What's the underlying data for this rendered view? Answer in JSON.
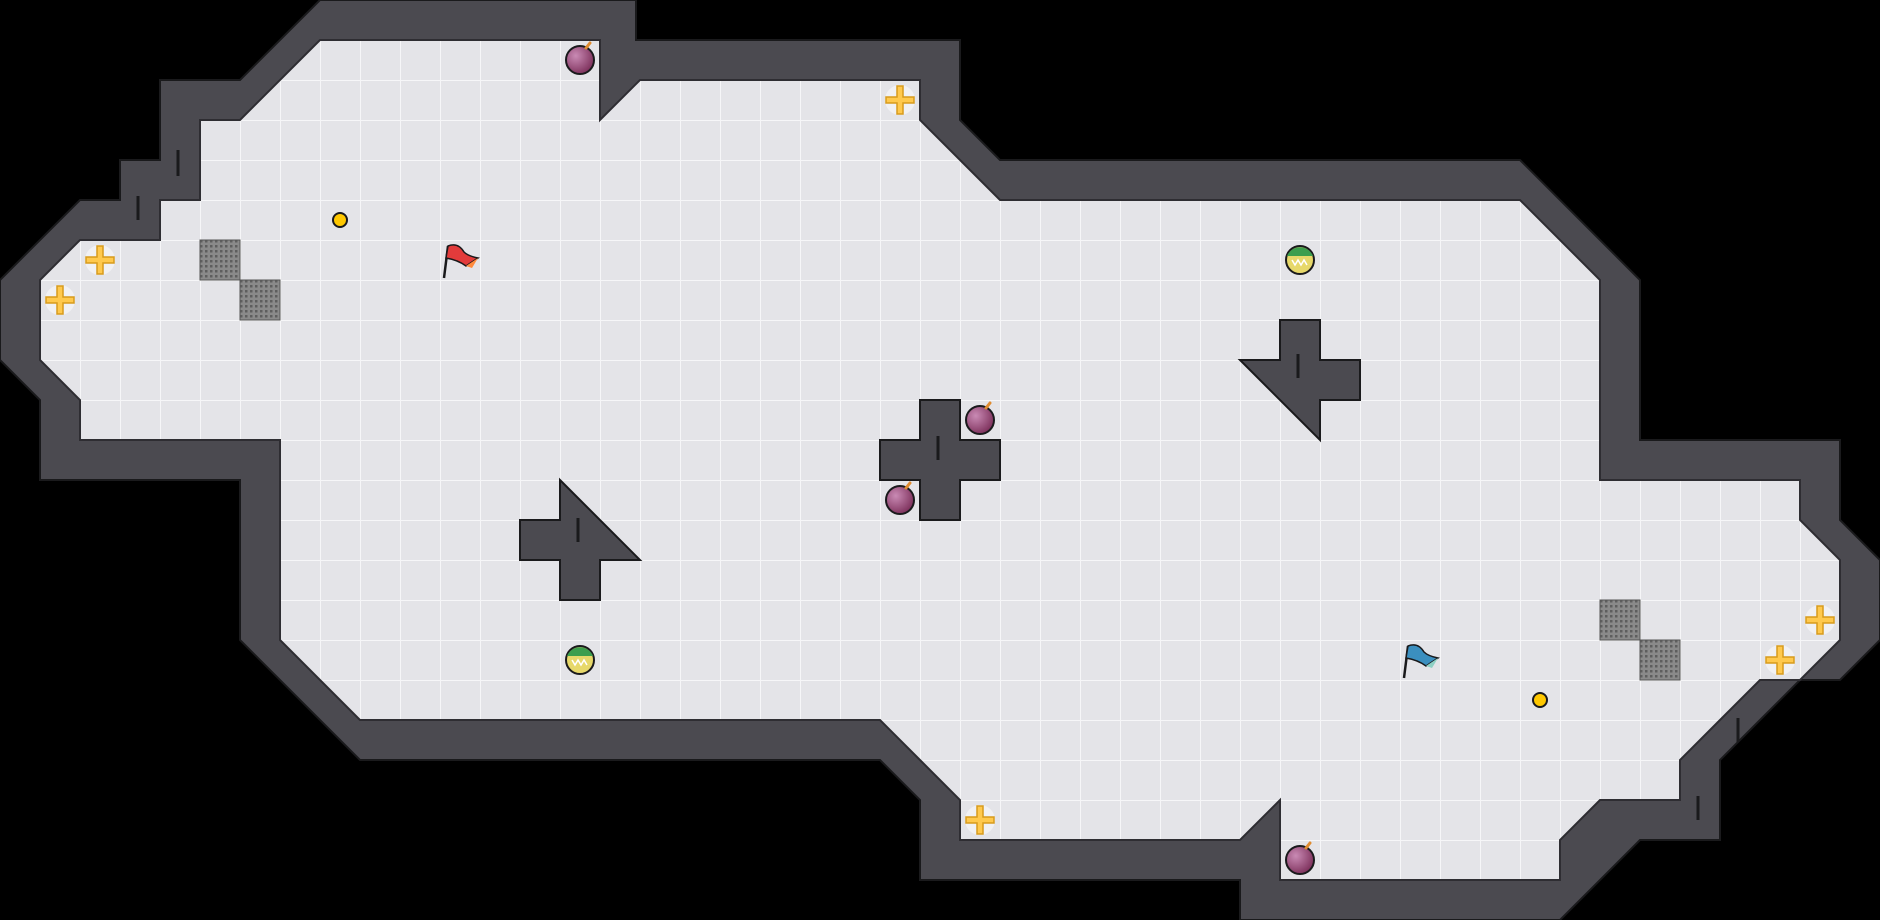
{
  "map": {
    "theme": {
      "background": "#000000",
      "floor": "#e4e4e8",
      "grid_line": "#ffffff",
      "wall": "#4b4a50",
      "wall_outline": "#1a1a1c",
      "spike": "#e4e4e8"
    },
    "items": [
      {
        "kind": "bomb",
        "icon": "bomb-icon",
        "color": "#a0507e"
      },
      {
        "kind": "bomb",
        "icon": "bomb-icon",
        "color": "#a0507e"
      },
      {
        "kind": "bomb",
        "icon": "bomb-icon",
        "color": "#a0507e"
      },
      {
        "kind": "bomb",
        "icon": "bomb-icon",
        "color": "#a0507e"
      },
      {
        "kind": "booster",
        "icon": "booster-icon",
        "color": "#ffc94d"
      },
      {
        "kind": "booster",
        "icon": "booster-icon",
        "color": "#ffc94d"
      },
      {
        "kind": "booster",
        "icon": "booster-icon",
        "color": "#ffc94d"
      },
      {
        "kind": "booster",
        "icon": "booster-icon",
        "color": "#ffc94d"
      },
      {
        "kind": "booster",
        "icon": "booster-icon",
        "color": "#ffc94d"
      },
      {
        "kind": "booster",
        "icon": "booster-icon",
        "color": "#ffc94d"
      },
      {
        "kind": "powerup",
        "icon": "powerup-icon",
        "color": "#3d9e4e"
      },
      {
        "kind": "powerup",
        "icon": "powerup-icon",
        "color": "#3d9e4e"
      },
      {
        "kind": "flag",
        "team": "red",
        "icon": "red-flag-icon",
        "color": "#e23b3b"
      },
      {
        "kind": "flag",
        "team": "blue",
        "icon": "blue-flag-icon",
        "color": "#3b8fbf"
      },
      {
        "kind": "portal",
        "icon": "portal-icon",
        "color": "#ffc800"
      },
      {
        "kind": "portal",
        "icon": "portal-icon",
        "color": "#ffc800"
      },
      {
        "kind": "gate",
        "icon": "gate-tile-icon",
        "color": "#777777"
      },
      {
        "kind": "gate",
        "icon": "gate-tile-icon",
        "color": "#777777"
      },
      {
        "kind": "gate",
        "icon": "gate-tile-icon",
        "color": "#777777"
      },
      {
        "kind": "gate",
        "icon": "gate-tile-icon",
        "color": "#777777"
      }
    ]
  }
}
